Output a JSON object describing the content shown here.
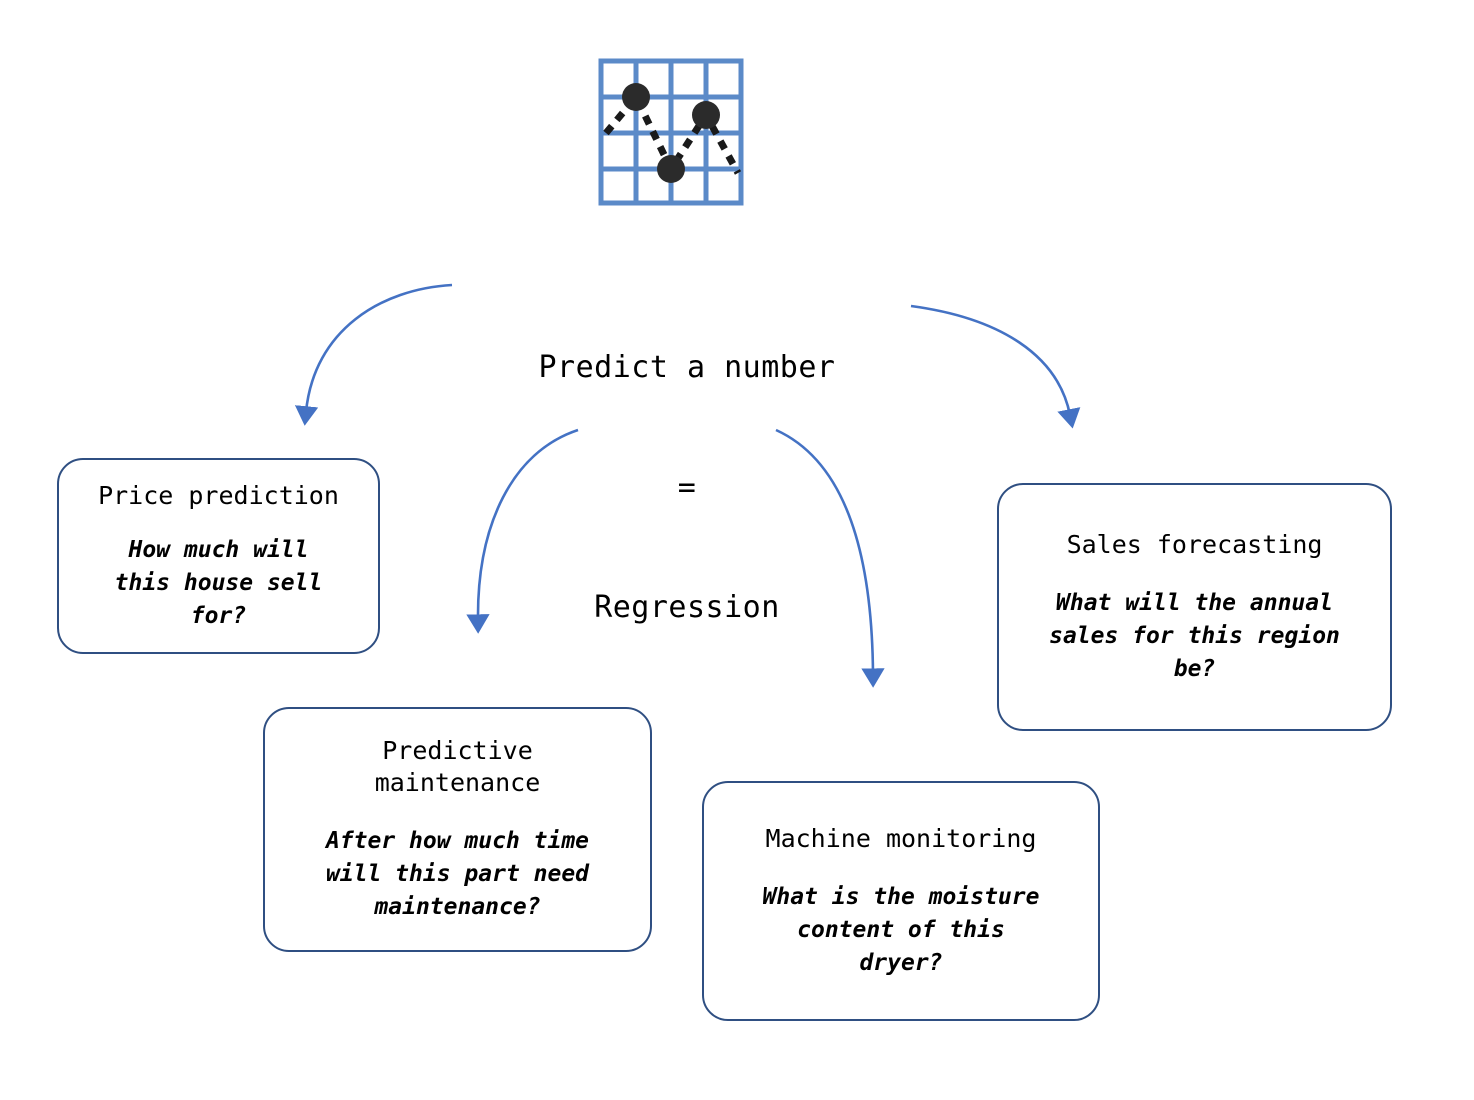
{
  "diagram": {
    "icon": {
      "name": "regression-scatter-grid-icon",
      "grid_color": "#5B8AC8",
      "point_color": "#2B2B2B",
      "dash_color": "#1A1A1A",
      "cells": 4,
      "points": [
        {
          "x": 1,
          "y": 1
        },
        {
          "x": 2,
          "y": 3
        },
        {
          "x": 3,
          "y": 2
        }
      ]
    },
    "center": {
      "line1": "Predict a number",
      "line2": "=",
      "line3": "Regression"
    },
    "arrow_color": "#4472C4",
    "box_border_color": "#2F4F82",
    "nodes": [
      {
        "id": "price-prediction",
        "title": "Price prediction",
        "question": "How much will\nthis house sell\nfor?"
      },
      {
        "id": "predictive-maintenance",
        "title": "Predictive\nmaintenance",
        "question": "After how much time\nwill this part need\nmaintenance?"
      },
      {
        "id": "machine-monitoring",
        "title": "Machine monitoring",
        "question": "What is the moisture\ncontent of this\ndryer?"
      },
      {
        "id": "sales-forecasting",
        "title": "Sales forecasting",
        "question": "What will the annual\nsales for this region\nbe?"
      }
    ]
  }
}
